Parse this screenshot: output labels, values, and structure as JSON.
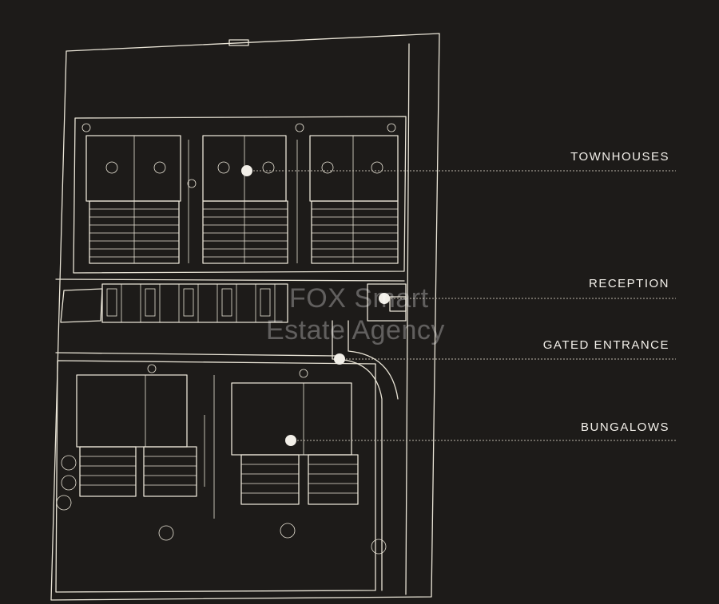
{
  "labels": {
    "townhouses": "TOWNHOUSES",
    "reception": "RECEPTION",
    "gated_entrance": "GATED ENTRANCE",
    "bungalows": "BUNGALOWS"
  },
  "watermark": {
    "line1": "FOX Smart",
    "line2": "Estate Agency"
  },
  "colors": {
    "background": "#1d1b19",
    "sketch": "#e9e4d6",
    "label": "#f3f0ea"
  }
}
